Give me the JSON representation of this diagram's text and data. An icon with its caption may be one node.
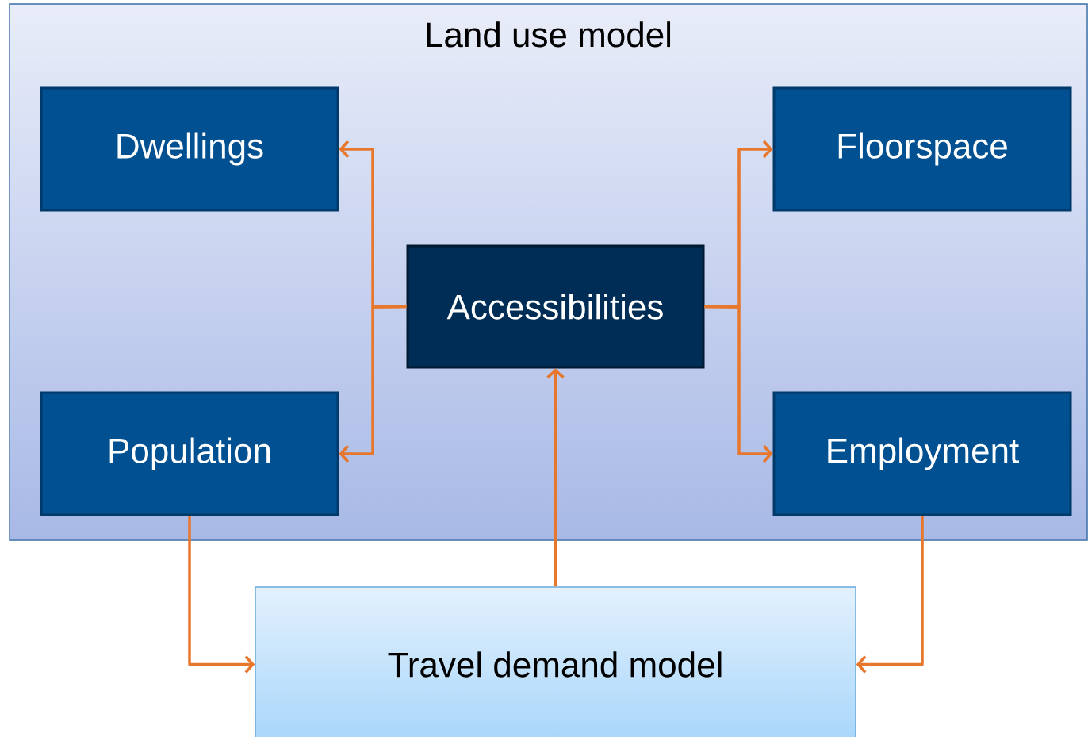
{
  "diagram": {
    "nodes": [
      {
        "text": [
          "Land use model"
        ]
      },
      {
        "text": [
          "Dwellings"
        ],
        "in": 0
      },
      {
        "text": [
          "Floorspace"
        ],
        "in": 0
      },
      {
        "text": [
          "Accessibilities"
        ],
        "in": 0
      },
      {
        "text": [
          "Population"
        ],
        "in": 0
      },
      {
        "text": [
          "Employment"
        ],
        "in": 0
      },
      {
        "text": [
          "Travel demand model"
        ]
      }
    ],
    "edges": [
      {
        "from": 3,
        "to": 1,
        "arrow": "to"
      },
      {
        "from": 3,
        "to": 4,
        "arrow": "to"
      },
      {
        "from": 3,
        "to": 2,
        "arrow": "to"
      },
      {
        "from": 3,
        "to": 5,
        "arrow": "to"
      },
      {
        "from": 6,
        "to": 3,
        "arrow": "to"
      },
      {
        "from": 4,
        "to": 6,
        "arrow": "to"
      },
      {
        "from": 5,
        "to": 6,
        "arrow": "to"
      }
    ]
  }
}
